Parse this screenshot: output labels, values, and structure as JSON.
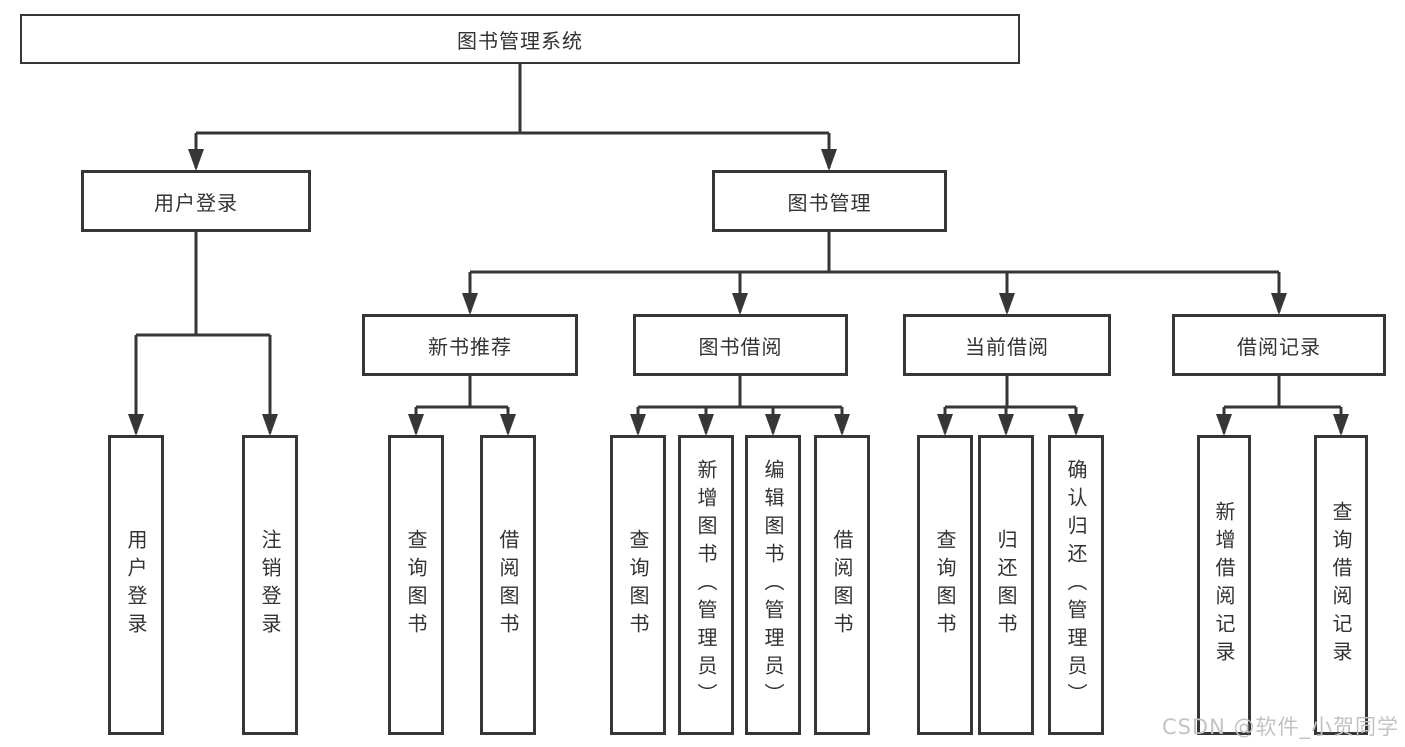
{
  "diagram": {
    "title_node": "图书管理系统",
    "tree": {
      "root": {
        "label": "图书管理系统"
      },
      "children": [
        {
          "label": "用户登录",
          "children": [
            {
              "label": "用户登录"
            },
            {
              "label": "注销登录"
            }
          ]
        },
        {
          "label": "图书管理",
          "children": [
            {
              "label": "新书推荐",
              "children": [
                {
                  "label": "查询图书"
                },
                {
                  "label": "借阅图书"
                }
              ]
            },
            {
              "label": "图书借阅",
              "children": [
                {
                  "label": "查询图书"
                },
                {
                  "label": "新增图书（管理员）"
                },
                {
                  "label": "编辑图书（管理员）"
                },
                {
                  "label": "借阅图书"
                }
              ]
            },
            {
              "label": "当前借阅",
              "children": [
                {
                  "label": "查询图书"
                },
                {
                  "label": "归还图书"
                },
                {
                  "label": "确认归还（管理员）"
                }
              ]
            },
            {
              "label": "借阅记录",
              "children": [
                {
                  "label": "新增借阅记录"
                },
                {
                  "label": "查询借阅记录"
                }
              ]
            }
          ]
        }
      ]
    }
  },
  "watermark": {
    "text": "CSDN @软件_小贺同学"
  },
  "colors": {
    "line": "#363636",
    "box_border": "#363636",
    "box_fill": "#ffffff",
    "text": "#333333",
    "watermark": "#c3c3c3"
  }
}
